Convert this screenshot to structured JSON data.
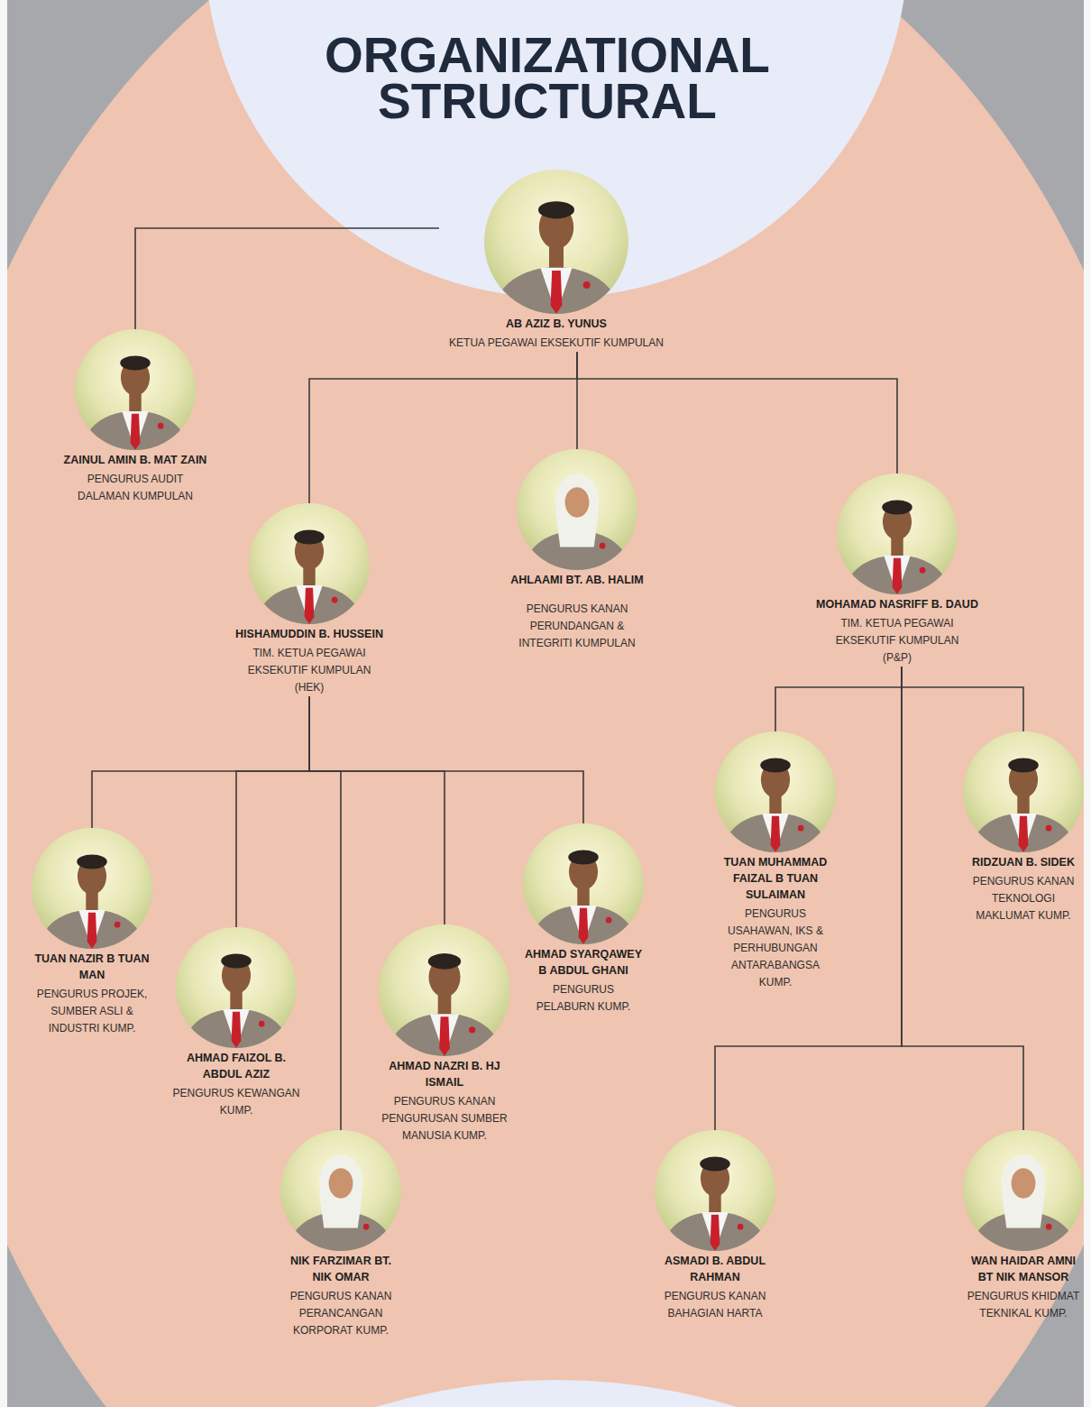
{
  "diagram": {
    "title": "ORGANIZATIONAL STRUCTURAL",
    "nodes": [
      {
        "text": [
          "AB AZIZ B. YUNUS",
          "KETUA PEGAWAI EKSEKUTIF KUMPULAN"
        ]
      },
      {
        "text": [
          "ZAINUL AMIN B. MAT ZAIN",
          "PENGURUS AUDIT DALAMAN KUMPULAN"
        ]
      },
      {
        "text": [
          "HISHAMUDDIN B. HUSSEIN",
          "TIM. KETUA PEGAWAI EKSEKUTIF KUMPULAN (HEK)"
        ]
      },
      {
        "text": [
          "AHLAAMI BT. AB. HALIM",
          "PENGURUS KANAN PERUNDANGAN & INTEGRITI KUMPULAN"
        ]
      },
      {
        "text": [
          "MOHAMAD NASRIFF B. DAUD",
          "TIM. KETUA PEGAWAI EKSEKUTIF KUMPULAN (P&P)"
        ]
      },
      {
        "text": [
          "TUAN NAZIR B TUAN MAN",
          "PENGURUS PROJEK, SUMBER ASLI & INDUSTRI KUMP."
        ]
      },
      {
        "text": [
          "AHMAD FAIZOL B. ABDUL AZIZ",
          "PENGURUS KEWANGAN KUMP."
        ]
      },
      {
        "text": [
          "NIK FARZIMAR BT. NIK OMAR",
          "PENGURUS KANAN PERANCANGAN KORPORAT KUMP."
        ]
      },
      {
        "text": [
          "AHMAD NAZRI B. HJ ISMAIL",
          "PENGURUS KANAN PENGURUSAN SUMBER MANUSIA KUMP."
        ]
      },
      {
        "text": [
          "AHMAD SYARQAWEY B ABDUL GHANI",
          "PENGURUS PELABURN KUMP."
        ]
      },
      {
        "text": [
          "TUAN MUHAMMAD FAIZAL B TUAN SULAIMAN",
          "PENGURUS USAHAWAN, IKS & PERHUBUNGAN ANTARABANGSA KUMP."
        ]
      },
      {
        "text": [
          "RIDZUAN B. SIDEK",
          "PENGURUS KANAN TEKNOLOGI MAKLUMAT KUMP."
        ]
      },
      {
        "text": [
          "ASMADI B. ABDUL RAHMAN",
          "PENGURUS KANAN BAHAGIAN HARTA"
        ]
      },
      {
        "text": [
          "WAN HAIDAR AMNI BT NIK MANSOR",
          "PENGURUS KHIDMAT TEKNIKAL KUMP."
        ]
      }
    ],
    "edges": [
      {
        "from": 0,
        "to": 1,
        "arrow": "none"
      },
      {
        "from": 0,
        "to": 2,
        "arrow": "none"
      },
      {
        "from": 0,
        "to": 3,
        "arrow": "none"
      },
      {
        "from": 0,
        "to": 4,
        "arrow": "none"
      },
      {
        "from": 2,
        "to": 5,
        "arrow": "none"
      },
      {
        "from": 2,
        "to": 6,
        "arrow": "none"
      },
      {
        "from": 2,
        "to": 7,
        "arrow": "none"
      },
      {
        "from": 2,
        "to": 8,
        "arrow": "none"
      },
      {
        "from": 2,
        "to": 9,
        "arrow": "none"
      },
      {
        "from": 4,
        "to": 10,
        "arrow": "none"
      },
      {
        "from": 4,
        "to": 11,
        "arrow": "none"
      },
      {
        "from": 4,
        "to": 12,
        "arrow": "none"
      },
      {
        "from": 4,
        "to": 13,
        "arrow": "none"
      }
    ]
  }
}
